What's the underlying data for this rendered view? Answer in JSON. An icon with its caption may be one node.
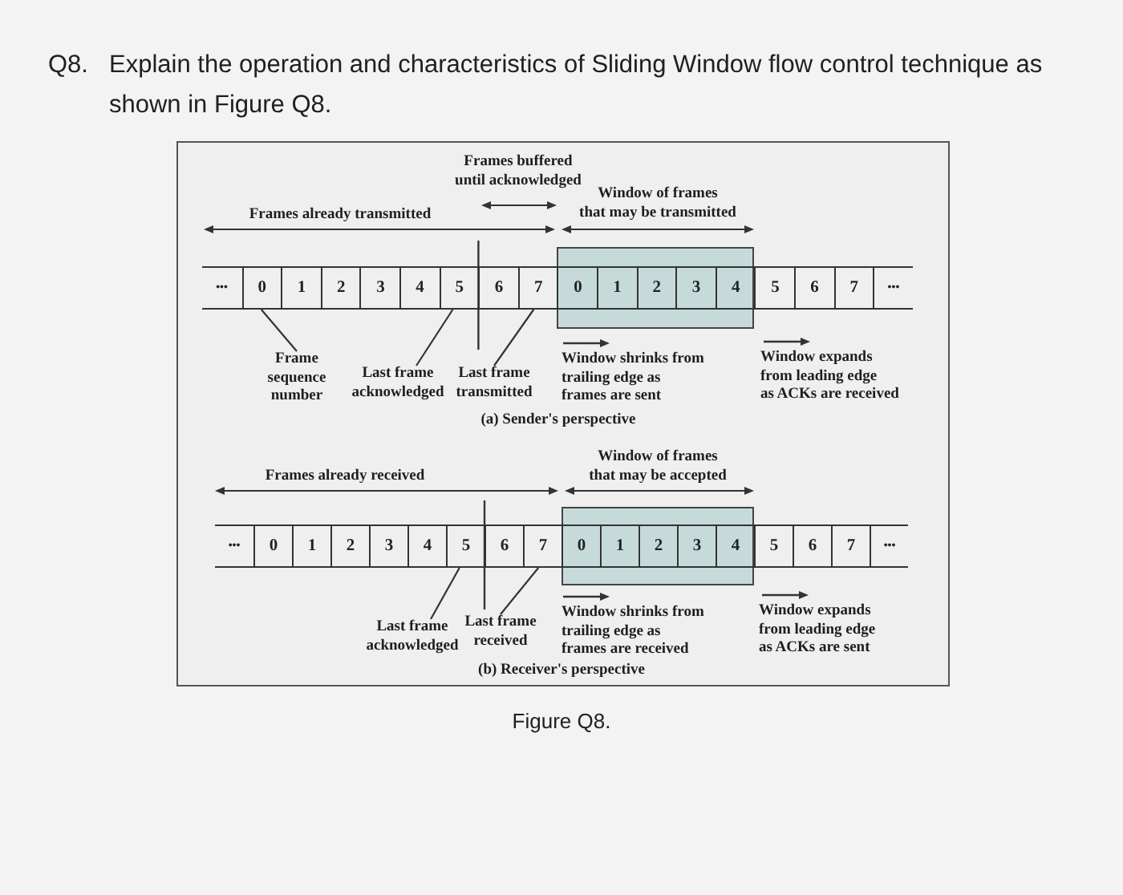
{
  "diagram": {
    "title": "Explain the operation and characteristics of Sliding Window flow control technique as shown in Figure Q8.",
    "caption": "Figure Q8.",
    "nodes": [
      {
        "text": [
          "•••"
        ]
      },
      {
        "text": [
          "0"
        ]
      },
      {
        "text": [
          "1"
        ]
      },
      {
        "text": [
          "2"
        ]
      },
      {
        "text": [
          "3"
        ]
      },
      {
        "text": [
          "4"
        ]
      },
      {
        "text": [
          "5"
        ]
      },
      {
        "text": [
          "6"
        ]
      },
      {
        "text": [
          "7"
        ]
      },
      {
        "text": [],
        "shape": "box"
      },
      {
        "text": [
          "0"
        ],
        "in": 9
      },
      {
        "text": [
          "1"
        ],
        "in": 9
      },
      {
        "text": [
          "2"
        ],
        "in": 9
      },
      {
        "text": [
          "3"
        ],
        "in": 9
      },
      {
        "text": [
          "4"
        ],
        "in": 9
      },
      {
        "text": [
          "5"
        ]
      },
      {
        "text": [
          "6"
        ]
      },
      {
        "text": [
          "7"
        ]
      },
      {
        "text": [
          "•••"
        ]
      },
      {
        "text": [
          "Frame sequence number"
        ]
      },
      {
        "text": [
          "Last frame acknowledged"
        ]
      },
      {
        "text": [
          "Last frame transmitted"
        ]
      },
      {
        "text": [
          "•••"
        ]
      },
      {
        "text": [
          "0"
        ]
      },
      {
        "text": [
          "1"
        ]
      },
      {
        "text": [
          "2"
        ]
      },
      {
        "text": [
          "3"
        ]
      },
      {
        "text": [
          "4"
        ]
      },
      {
        "text": [
          "5"
        ]
      },
      {
        "text": [
          "6"
        ]
      },
      {
        "text": [
          "7"
        ]
      },
      {
        "text": [],
        "shape": "box"
      },
      {
        "text": [
          "0"
        ],
        "in": 31
      },
      {
        "text": [
          "1"
        ],
        "in": 31
      },
      {
        "text": [
          "2"
        ],
        "in": 31
      },
      {
        "text": [
          "3"
        ],
        "in": 31
      },
      {
        "text": [
          "4"
        ],
        "in": 31
      },
      {
        "text": [
          "5"
        ]
      },
      {
        "text": [
          "6"
        ]
      },
      {
        "text": [
          "7"
        ]
      },
      {
        "text": [
          "•••"
        ]
      },
      {
        "text": [
          "Last frame acknowledged"
        ]
      },
      {
        "text": [
          "Last frame received"
        ]
      }
    ],
    "edges": [
      {
        "from": 19,
        "to": 1,
        "arrow": "none"
      },
      {
        "from": 20,
        "to": 6,
        "arrow": "none"
      },
      {
        "from": 21,
        "to": 8,
        "arrow": "none"
      },
      {
        "from": 41,
        "to": 28,
        "arrow": "none"
      },
      {
        "from": 42,
        "to": 30,
        "arrow": "none"
      }
    ],
    "labels": [
      "Q8.",
      "Frames buffered until acknowledged",
      "Window of frames that may be transmitted",
      "Frames already transmitted",
      "Window shrinks from trailing edge as frames are sent",
      "Window expands from leading edge as ACKs are received",
      "(a) Sender's perspective",
      "Window of frames that may be accepted",
      "Frames already received",
      "Window shrinks from trailing edge as frames are received",
      "Window expands from leading edge as ACKs are sent",
      "(b) Receiver's perspective"
    ]
  }
}
